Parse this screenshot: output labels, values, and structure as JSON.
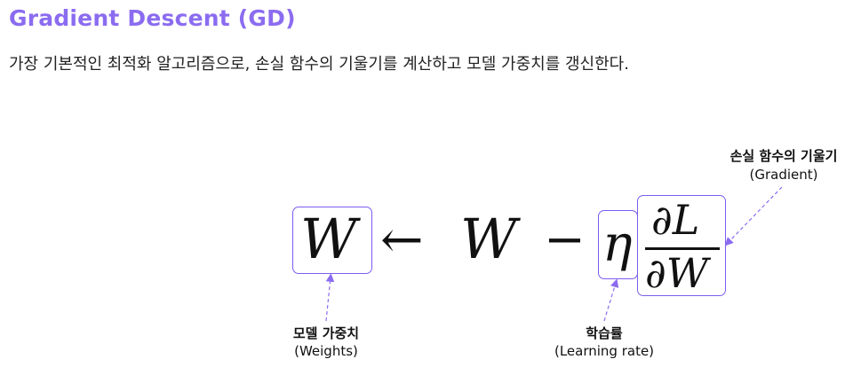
{
  "title": "Gradient Descent (GD)",
  "description": "가장 기본적인 최적화 알고리즘으로, 손실 함수의 기울기를 계산하고 모델 가중치를 갱신한다.",
  "equation": {
    "lhs": "W",
    "arrow": "←",
    "w": "W",
    "minus": "−",
    "eta": "η",
    "numerator": "∂L",
    "denominator": "∂W"
  },
  "annotations": {
    "gradient": {
      "label": "손실 함수의 기울기",
      "sub": "(Gradient)"
    },
    "weights": {
      "label": "모델 가중치",
      "sub": "(Weights)"
    },
    "learning_rate": {
      "label": "학습률",
      "sub": "(Learning rate)"
    }
  },
  "colors": {
    "accent": "#8b6cf0",
    "box": "#7c5cf0"
  }
}
